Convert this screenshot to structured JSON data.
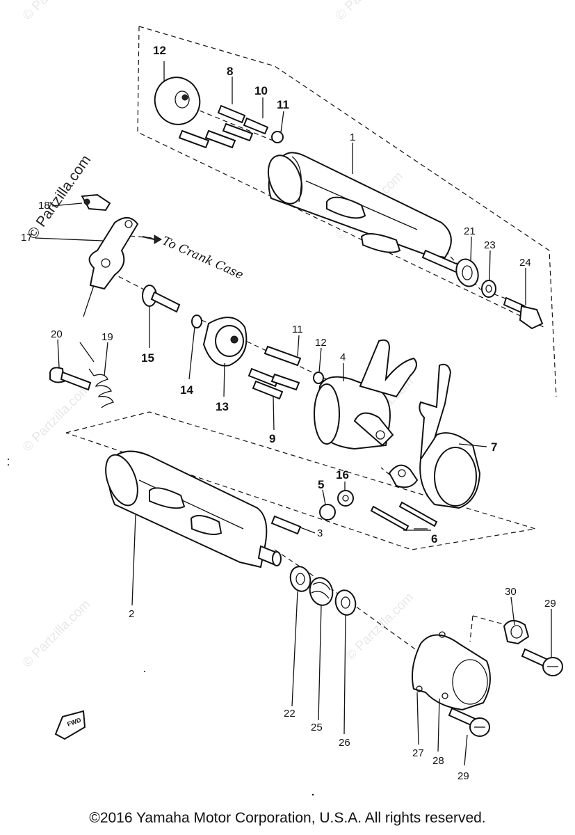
{
  "copyright": "©2016 Yamaha Motor Corporation, U.S.A. All rights reserved.",
  "watermark": "© Partzilla.com",
  "annotation": "To Crank Case",
  "fwd_badge": "FWD",
  "callouts": {
    "c1": "1",
    "c2": "2",
    "c3": "3",
    "c4": "4",
    "c5": "5",
    "c6": "6",
    "c7": "7",
    "c8": "8",
    "c9": "9",
    "c10": "10",
    "c11a": "11",
    "c11b": "11",
    "c12a": "12",
    "c12b": "12",
    "c13": "13",
    "c14": "14",
    "c15": "15",
    "c16": "16",
    "c17": "17",
    "c18": "18",
    "c19": "19",
    "c20": "20",
    "c21": "21",
    "c22": "22",
    "c23": "23",
    "c24": "24",
    "c25": "25",
    "c26": "26",
    "c27": "27",
    "c28": "28",
    "c29a": "29",
    "c29b": "29",
    "c30": "30"
  }
}
